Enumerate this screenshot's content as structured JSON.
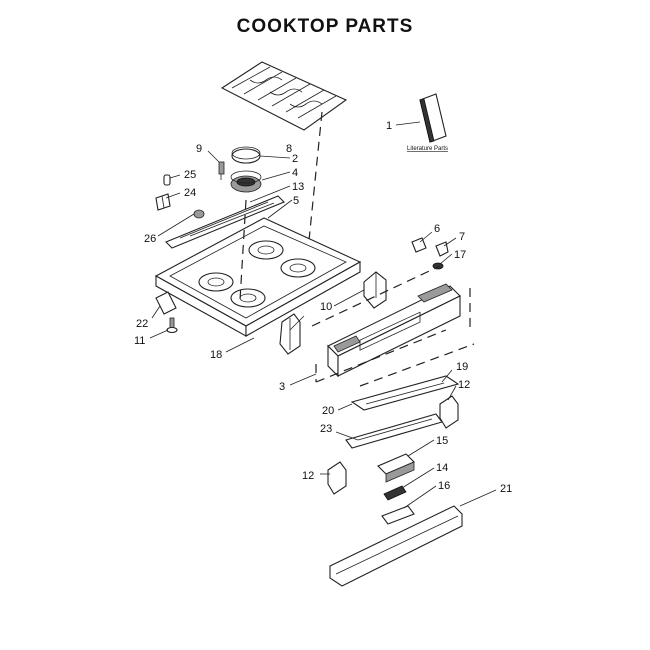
{
  "title": "COOKTOP PARTS",
  "literature_text": "Literature Parts",
  "callouts": {
    "c1": "1",
    "c2": "2",
    "c3": "3",
    "c4": "4",
    "c5": "5",
    "c6": "6",
    "c7": "7",
    "c8": "8",
    "c9": "9",
    "c10": "10",
    "c11": "11",
    "c12a": "12",
    "c12b": "12",
    "c13": "13",
    "c14": "14",
    "c15": "15",
    "c16": "16",
    "c17": "17",
    "c18": "18",
    "c19": "19",
    "c20": "20",
    "c21": "21",
    "c22": "22",
    "c23": "23",
    "c24": "24",
    "c25": "25",
    "c26": "26"
  }
}
